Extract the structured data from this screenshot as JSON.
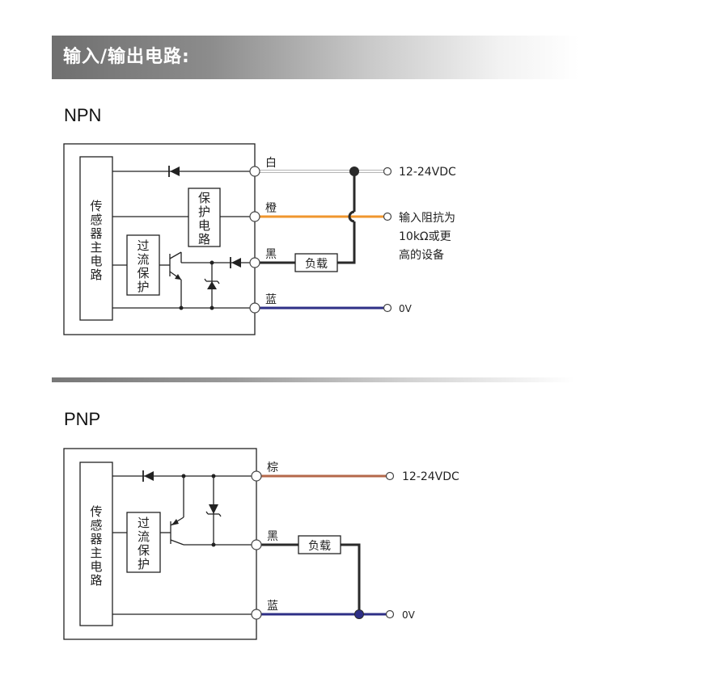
{
  "header": {
    "title": "输入/输出电路:"
  },
  "npn": {
    "label": "NPN",
    "sensor_main_circuit": [
      "传",
      "感",
      "器",
      "主",
      "电",
      "路"
    ],
    "protection_circuit": [
      "保",
      "护",
      "电",
      "路"
    ],
    "overcurrent_protection": [
      "过",
      "流",
      "保",
      "护"
    ],
    "load_label": "负载",
    "wires": {
      "white": "白",
      "orange": "橙",
      "black": "黑",
      "blue": "蓝"
    },
    "terminals": {
      "supply": "12-24VDC",
      "ground": "0V"
    },
    "input_note": [
      "输入阻抗为",
      "10kΩ或更",
      "高的设备"
    ]
  },
  "pnp": {
    "label": "PNP",
    "sensor_main_circuit": [
      "传",
      "感",
      "器",
      "主",
      "电",
      "路"
    ],
    "overcurrent_protection": [
      "过",
      "流",
      "保",
      "护"
    ],
    "load_label": "负载",
    "wires": {
      "brown": "棕",
      "black": "黑",
      "blue": "蓝"
    },
    "terminals": {
      "supply": "12-24VDC",
      "ground": "0V"
    }
  },
  "colors": {
    "white_wire": "#cfcfcf",
    "orange_wire": "#f0962d",
    "black_wire": "#2a2a2a",
    "blue_wire": "#2e2f86",
    "brown_wire": "#b4684a"
  }
}
